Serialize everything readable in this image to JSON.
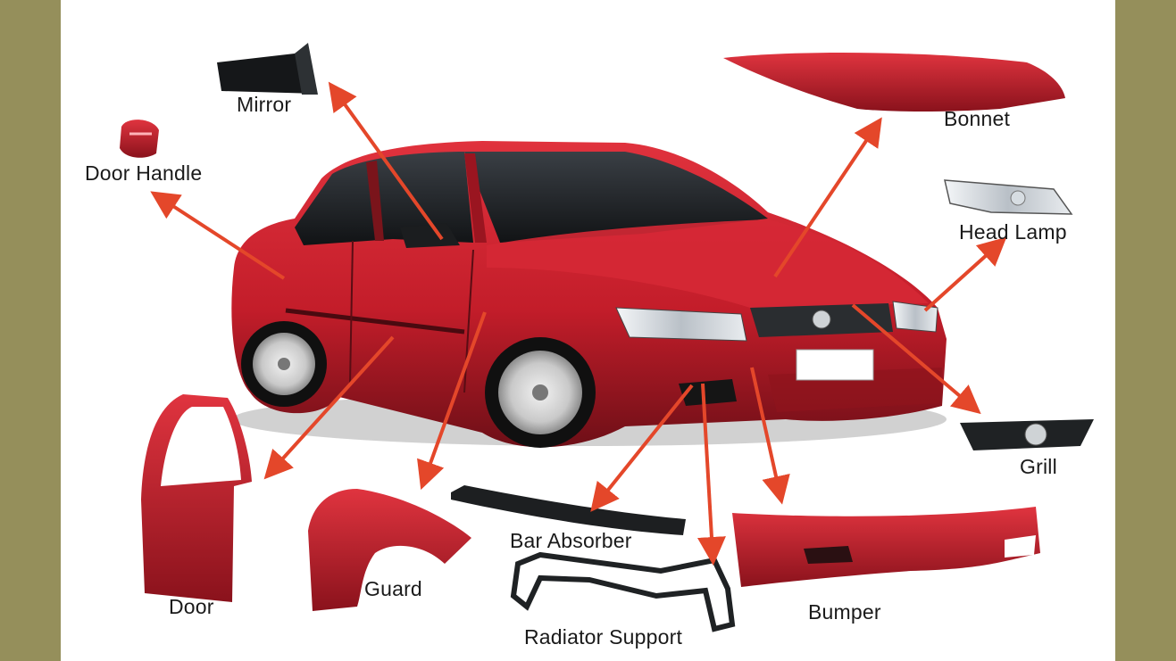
{
  "colors": {
    "side_border": "#958f5b",
    "panel": "#ffffff",
    "body_paint": "#c8202c",
    "arrow": "#e4472a"
  },
  "labels": {
    "mirror": "Mirror",
    "door_handle": "Door Handle",
    "bonnet": "Bonnet",
    "head_lamp": "Head Lamp",
    "grill": "Grill",
    "bar_absorber": "Bar Absorber",
    "bumper": "Bumper",
    "radiator_support": "Radiator Support",
    "guard": "Guard",
    "door": "Door"
  }
}
